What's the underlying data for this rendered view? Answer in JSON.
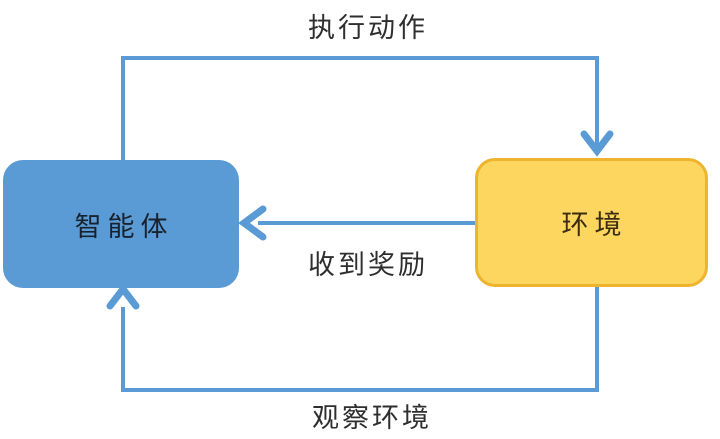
{
  "diagram": {
    "type": "flow-loop",
    "background": "#ffffff",
    "line_color": "#5b9bd5",
    "label_color": "#2e2e2e",
    "nodes": {
      "agent": {
        "label": "智能体",
        "fill": "#5b9bd5",
        "text_color": "#18222e"
      },
      "environment": {
        "label": "环境",
        "fill": "#fcd65f",
        "border_color": "#efb42d",
        "text_color": "#3a2d0e"
      }
    },
    "edges": {
      "action": {
        "label": "执行动作",
        "from": "agent",
        "to": "environment"
      },
      "reward": {
        "label": "收到奖励",
        "from": "environment",
        "to": "agent"
      },
      "observe": {
        "label": "观察环境",
        "from": "environment",
        "to": "agent"
      }
    }
  }
}
